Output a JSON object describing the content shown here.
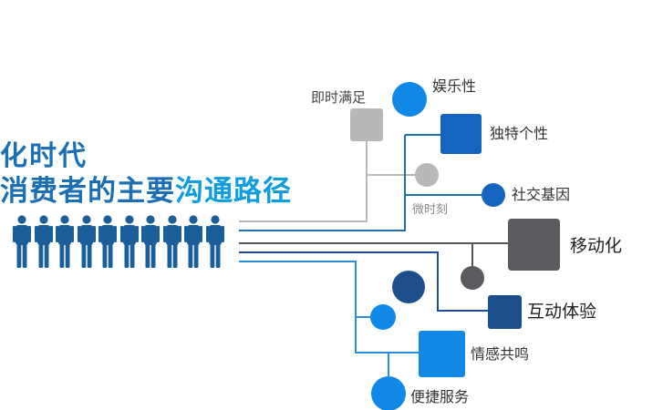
{
  "title": {
    "line1": "化时代",
    "line2_prefix": "消费者的主要",
    "line2_highlight": "沟通路径"
  },
  "people_count": 10,
  "nodes": {
    "instant": "即时满足",
    "entertainment": "娱乐性",
    "unique": "独特个性",
    "micro_moment": "微时刻",
    "social": "社交基因",
    "mobile": "移动化",
    "interactive": "互动体验",
    "emotion": "情感共鸣",
    "service": "便捷服务"
  },
  "colors": {
    "grey_light": "#b8b8b8",
    "grey_dark": "#5a5a5f",
    "blue_bright": "#0f88e6",
    "blue_mid": "#1565c0",
    "blue_navy": "#1c4f8c",
    "blue_light": "#3aa2f0"
  }
}
